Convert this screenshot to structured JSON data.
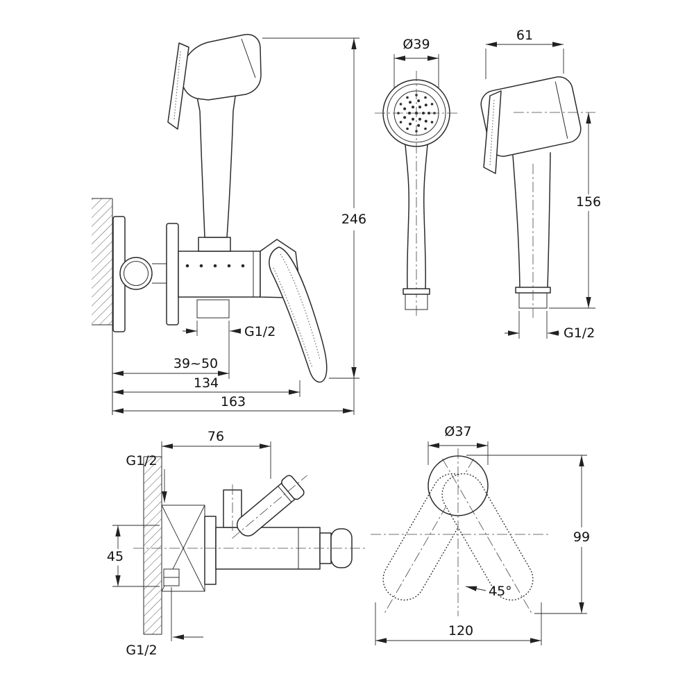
{
  "colors": {
    "line": "#2b2b2b",
    "background": "#ffffff"
  },
  "views": {
    "side_assembly": {
      "dim_total_height": "246",
      "dim_wall_adjust": "39~50",
      "dim_width_inner": "134",
      "dim_width_outer": "163",
      "thread": "G1/2"
    },
    "handset_front": {
      "dim_head_diameter": "Ø39"
    },
    "handset_side": {
      "dim_head_width": "61",
      "dim_height": "156",
      "thread": "G1/2"
    },
    "mixer_top": {
      "dim_holder_offset": "76",
      "thread_top": "G1/2",
      "dim_offset": "45",
      "thread_bottom": "G1/2"
    },
    "lever_top": {
      "dim_knob_diameter": "Ø37",
      "dim_length": "99",
      "dim_width": "120",
      "dim_angle": "45°"
    }
  }
}
